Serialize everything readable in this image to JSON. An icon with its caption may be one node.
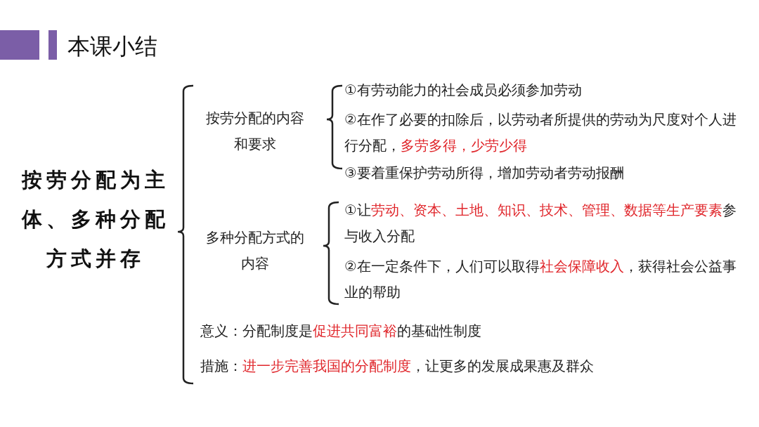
{
  "diagram": {
    "title": "本课小结",
    "nodes": [
      {
        "text": [
          "按劳分配为主体、多种分配方式并存"
        ]
      },
      {
        "text": [
          "按劳分配的内容和要求"
        ]
      },
      {
        "text": [
          "①有劳动能力的社会成员必须参加劳动"
        ]
      },
      {
        "text": [
          "②在作了必要的扣除后，以劳动者所提供的劳动为尺度对个人进行分配，**多劳多得，少劳少得**"
        ]
      },
      {
        "text": [
          "③要着重保护劳动所得，增加劳动者劳动报酬"
        ]
      },
      {
        "text": [
          "多种分配方式的内容"
        ]
      },
      {
        "text": [
          "①让**劳动、资本、土地、知识、技术、管理、数据等生产要素**参与收入分配"
        ]
      },
      {
        "text": [
          "②在一定条件下，人们可以取得**社会保障收入**，获得社会公益事业的帮助"
        ]
      },
      {
        "text": [
          "意义：分配制度是**促进共同富裕**的基础性制度"
        ]
      },
      {
        "text": [
          "措施：**进一步完善我国的分配制度**，让更多的发展成果惠及群众"
        ]
      }
    ]
  }
}
